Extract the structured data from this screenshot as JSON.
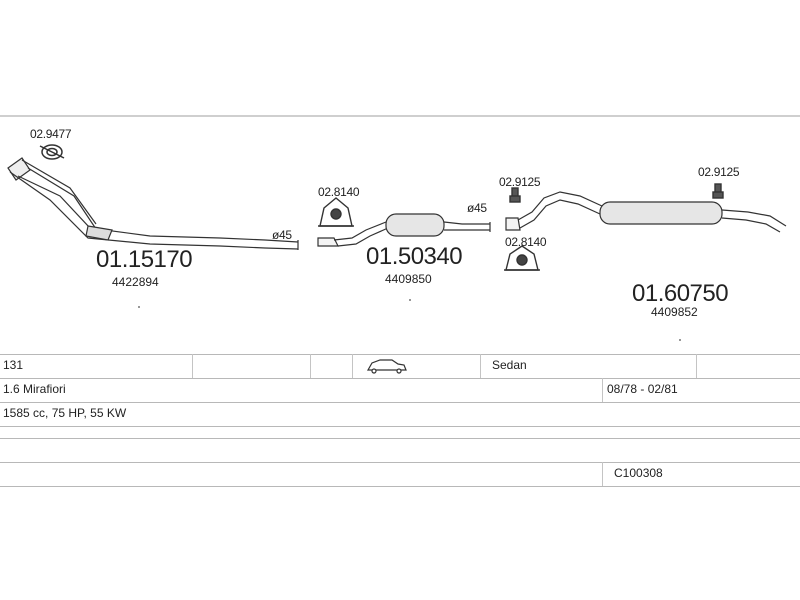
{
  "parts": [
    {
      "number": "01.15170",
      "oe": "4422894",
      "clamp": "02.9477",
      "diameter": "ø45"
    },
    {
      "number": "01.50340",
      "oe": "4409850",
      "clamp": "02.8140",
      "diameter": "ø45"
    },
    {
      "number": "01.60750",
      "oe": "4409852",
      "clamp_top": "02.9125",
      "clamp_right": "02.9125",
      "hanger": "02.8140"
    }
  ],
  "vehicle": {
    "model": "131",
    "body": "Sedan",
    "body_icon": "car-sedan-icon",
    "variant": "1.6 Mirafiori",
    "years": "08/78 - 02/81",
    "engine": "1585 cc, 75 HP, 55 KW",
    "code": "C100308"
  }
}
